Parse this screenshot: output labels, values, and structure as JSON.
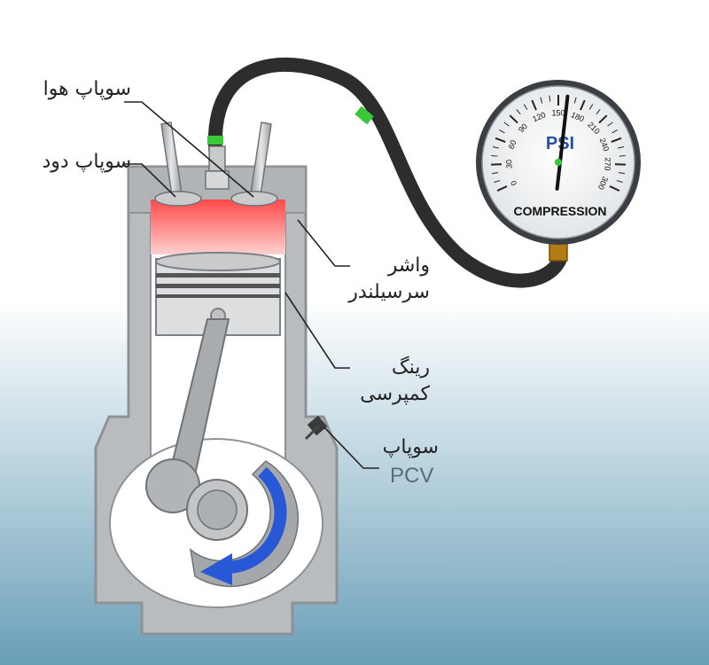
{
  "labels": {
    "intake_valve": "سوپاپ هوا",
    "exhaust_valve": "سوپاپ دود",
    "head_gasket_line1": "واشر",
    "head_gasket_line2": "سرسیلندر",
    "compression_ring_line1": "رینگ",
    "compression_ring_line2": "کمپرسی",
    "pcv_valve_line1": "سوپاپ",
    "pcv_valve_line2": "PCV"
  },
  "gauge": {
    "unit": "PSI",
    "caption": "COMPRESSION",
    "ticks": [
      "0",
      "30",
      "60",
      "90",
      "120",
      "150",
      "180",
      "210",
      "240",
      "270",
      "300"
    ],
    "reading": 150,
    "max": 300
  },
  "colors": {
    "background_top": "#ffffff",
    "background_bottom": "#6a9fb8",
    "engine_block": "#b9bcbf",
    "combustion_glow": "#ff5a5a",
    "hose": "#2d2d2d",
    "hose_band": "#39c83a",
    "gauge_needle": "#111111",
    "psi_text": "#2a4fa0",
    "rotation_arrow": "#2858d6"
  }
}
